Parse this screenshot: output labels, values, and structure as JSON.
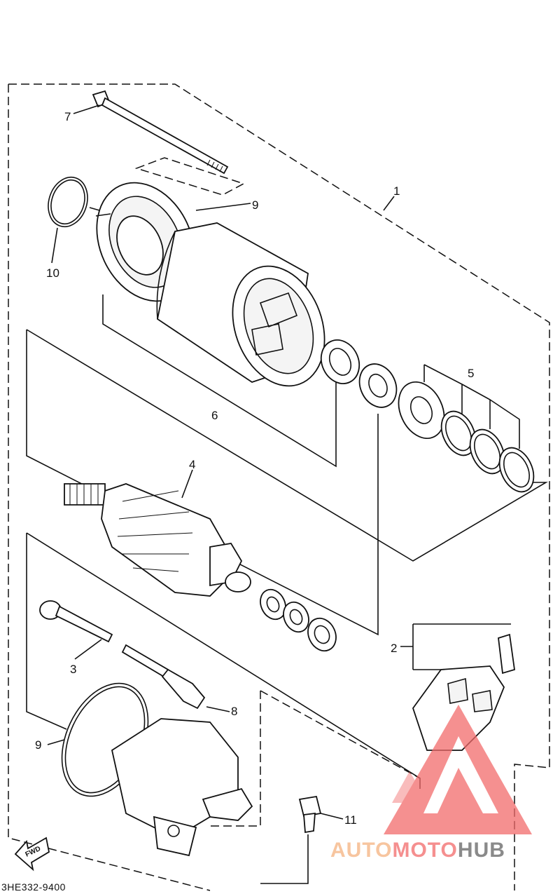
{
  "diagram_code": "3HE332-9400",
  "fwd_label": "FWD",
  "callouts": {
    "c1": "1",
    "c2": "2",
    "c3": "3",
    "c4": "4",
    "c5": "5",
    "c6": "6",
    "c7": "7",
    "c8": "8",
    "c9_top": "9",
    "c9_bottom": "9",
    "c10": "10",
    "c11": "11"
  },
  "watermark": {
    "word_part1": "AUTO",
    "word_part2": "MOTO",
    "word_part3": "HUB",
    "color_part1": "#f7c59f",
    "color_part2": "#f58f8f",
    "color_part3": "#8a8a8a",
    "triangle_color": "#f26b6b"
  }
}
